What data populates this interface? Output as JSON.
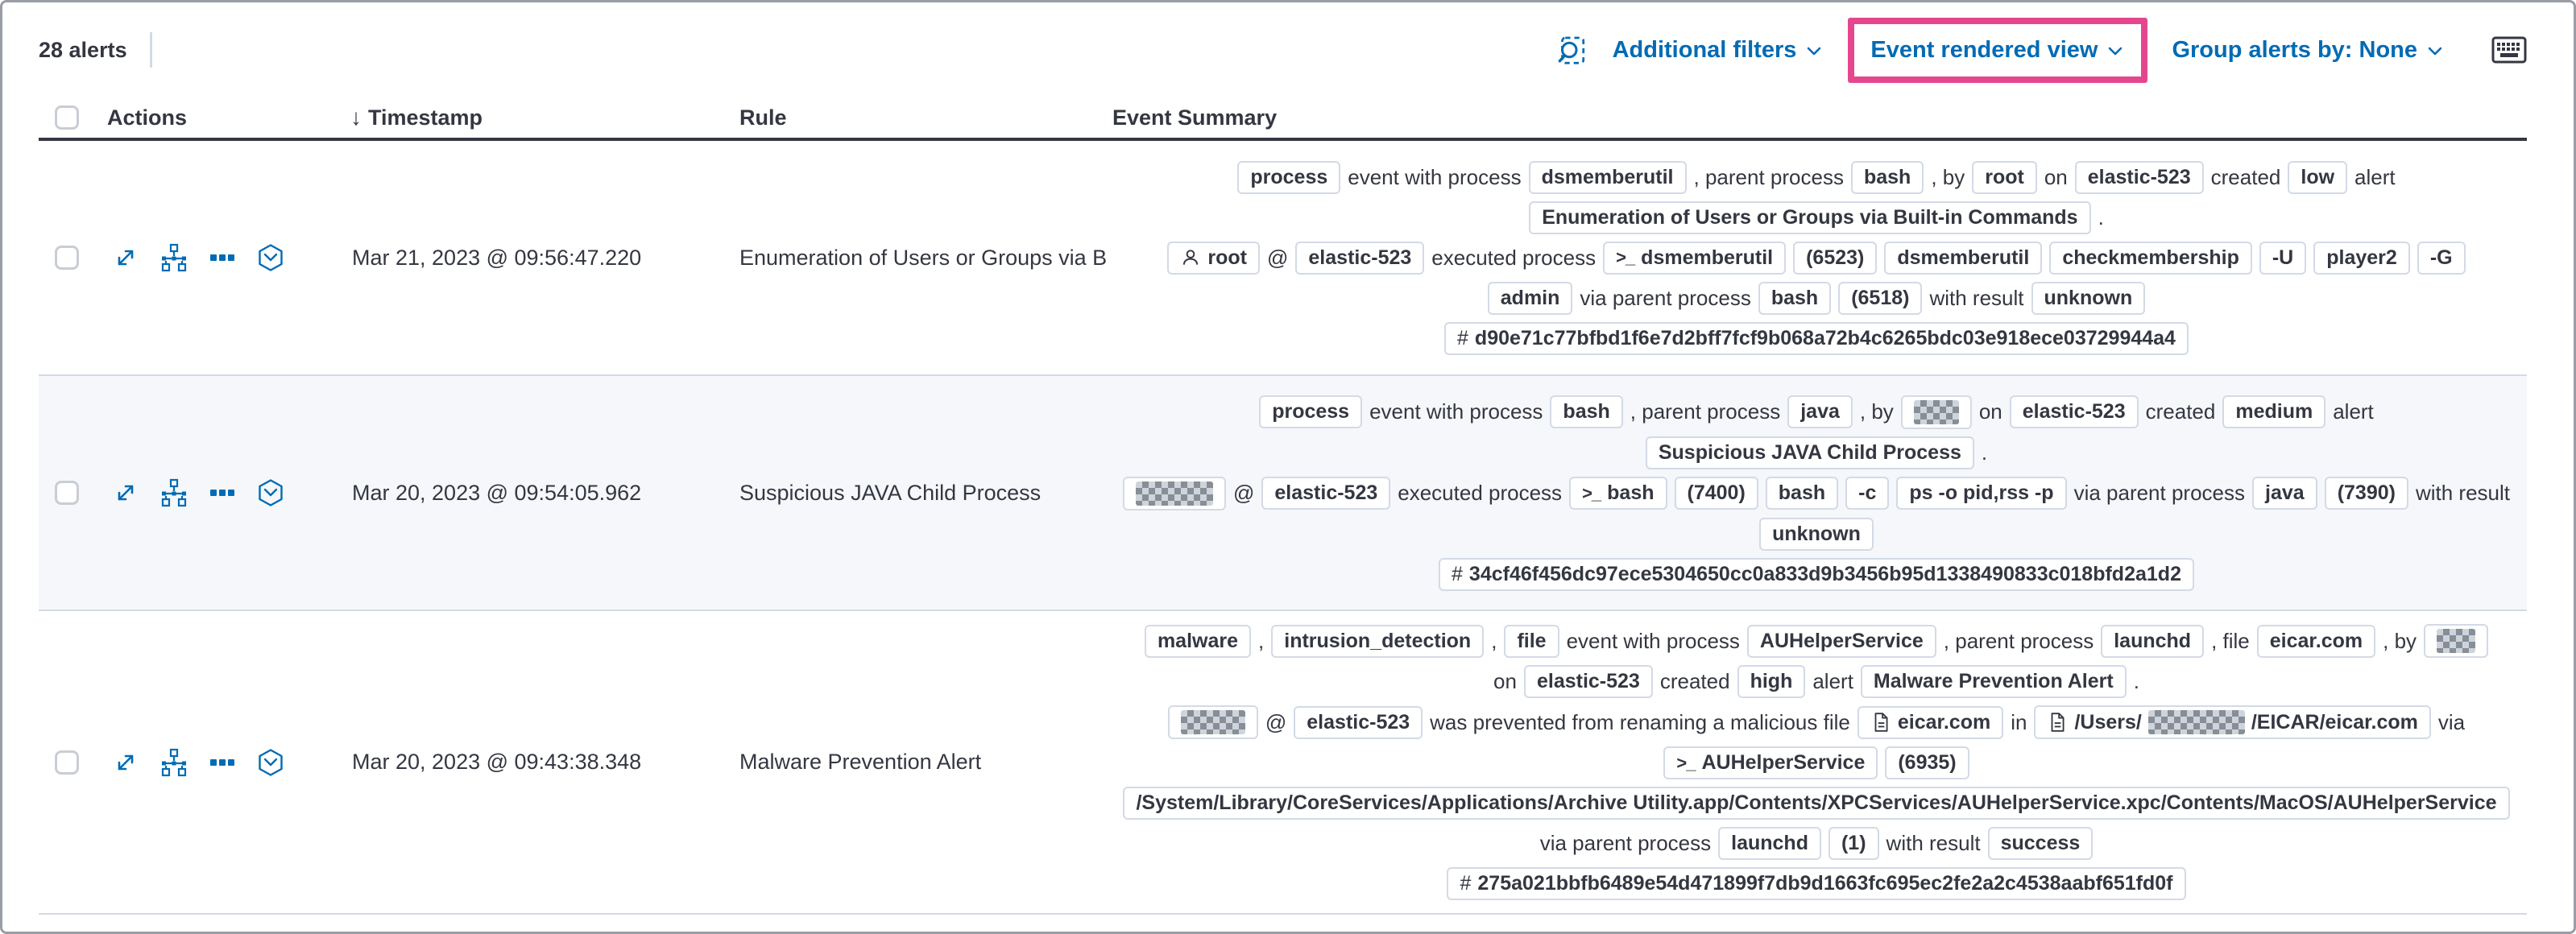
{
  "toolbar": {
    "alerts_count": "28 alerts",
    "additional_filters": "Additional filters",
    "event_rendered_view": "Event rendered view",
    "group_alerts_by": "Group alerts by: None"
  },
  "columns": {
    "actions": "Actions",
    "timestamp": "Timestamp",
    "rule": "Rule",
    "summary": "Event Summary"
  },
  "colors": {
    "accent_blue": "#006bb4",
    "highlight_pink": "#e5478f",
    "text": "#343741",
    "border": "#d3dae6",
    "stripe_background": "#f5f7fa"
  },
  "action_buttons": [
    "expand-alert",
    "analyze-event",
    "more-actions",
    "session-view"
  ],
  "rows": [
    {
      "timestamp": "Mar 21, 2023 @ 09:56:47.220",
      "rule": "Enumeration of Users or Groups via Bui",
      "stripe": false,
      "lines": [
        [
          {
            "b": [
              "process"
            ]
          },
          {
            "t": "event with process"
          },
          {
            "b": [
              "dsmemberutil"
            ]
          },
          {
            "t": ", parent process"
          },
          {
            "b": [
              "bash"
            ]
          },
          {
            "t": ", by"
          },
          {
            "b": [
              "root"
            ]
          },
          {
            "t": "on"
          },
          {
            "b": [
              "elastic-523"
            ]
          },
          {
            "t": "created"
          },
          {
            "b": [
              "low"
            ]
          },
          {
            "t": "alert"
          }
        ],
        [
          {
            "b": [
              "Enumeration of Users or Groups via Built-in Commands"
            ]
          },
          {
            "t": "."
          }
        ],
        [
          {
            "b": [
              {
                "i": "user"
              },
              "root"
            ]
          },
          {
            "t": "@"
          },
          {
            "b": [
              "elastic-523"
            ]
          },
          {
            "t": "executed process"
          },
          {
            "b": [
              {
                "i": "terminal"
              },
              "dsmemberutil"
            ]
          },
          {
            "b": [
              "(6523)"
            ]
          },
          {
            "b": [
              "dsmemberutil"
            ]
          },
          {
            "b": [
              "checkmembership"
            ]
          },
          {
            "b": [
              "-U"
            ]
          },
          {
            "b": [
              "player2"
            ]
          },
          {
            "b": [
              "-G"
            ]
          }
        ],
        [
          {
            "b": [
              "admin"
            ]
          },
          {
            "t": "via parent process"
          },
          {
            "b": [
              "bash"
            ]
          },
          {
            "b": [
              "(6518)"
            ]
          },
          {
            "t": "with result"
          },
          {
            "b": [
              "unknown"
            ]
          }
        ],
        [
          {
            "b": [
              {
                "i": "hash"
              },
              "d90e71c77bfbd1f6e7d2bff7fcf9b068a72b4c6265bdc03e918ece03729944a4"
            ]
          }
        ]
      ]
    },
    {
      "timestamp": "Mar 20, 2023 @ 09:54:05.962",
      "rule": "Suspicious JAVA Child Process",
      "stripe": true,
      "lines": [
        [
          {
            "b": [
              "process"
            ]
          },
          {
            "t": "event with process"
          },
          {
            "b": [
              "bash"
            ]
          },
          {
            "t": ", parent process"
          },
          {
            "b": [
              "java"
            ]
          },
          {
            "t": ", by"
          },
          {
            "b": [
              {
                "r": 56
              }
            ]
          },
          {
            "t": "on"
          },
          {
            "b": [
              "elastic-523"
            ]
          },
          {
            "t": "created"
          },
          {
            "b": [
              "medium"
            ]
          },
          {
            "t": "alert"
          }
        ],
        [
          {
            "b": [
              "Suspicious JAVA Child Process"
            ]
          },
          {
            "t": "."
          }
        ],
        [
          {
            "b": [
              {
                "r": 96
              }
            ]
          },
          {
            "t": "@"
          },
          {
            "b": [
              "elastic-523"
            ]
          },
          {
            "t": "executed process"
          },
          {
            "b": [
              {
                "i": "terminal"
              },
              "bash"
            ]
          },
          {
            "b": [
              "(7400)"
            ]
          },
          {
            "b": [
              "bash"
            ]
          },
          {
            "b": [
              "-c"
            ]
          },
          {
            "b": [
              "ps -o pid,rss -p"
            ]
          },
          {
            "t": "via parent process"
          },
          {
            "b": [
              "java"
            ]
          },
          {
            "b": [
              "(7390)"
            ]
          },
          {
            "t": "with result"
          }
        ],
        [
          {
            "b": [
              "unknown"
            ]
          }
        ],
        [
          {
            "b": [
              {
                "i": "hash"
              },
              "34cf46f456dc97ece5304650cc0a833d9b3456b95d1338490833c018bfd2a1d2"
            ]
          }
        ]
      ]
    },
    {
      "timestamp": "Mar 20, 2023 @ 09:43:38.348",
      "rule": "Malware Prevention Alert",
      "stripe": false,
      "lines": [
        [
          {
            "b": [
              "malware"
            ]
          },
          {
            "t": ","
          },
          {
            "b": [
              "intrusion_detection"
            ]
          },
          {
            "t": ","
          },
          {
            "b": [
              "file"
            ]
          },
          {
            "t": "event with process"
          },
          {
            "b": [
              "AUHelperService"
            ]
          },
          {
            "t": ", parent process"
          },
          {
            "b": [
              "launchd"
            ]
          },
          {
            "t": ", file"
          },
          {
            "b": [
              "eicar.com"
            ]
          },
          {
            "t": ", by"
          },
          {
            "b": [
              {
                "r": 48
              }
            ]
          }
        ],
        [
          {
            "t": "on"
          },
          {
            "b": [
              "elastic-523"
            ]
          },
          {
            "t": "created"
          },
          {
            "b": [
              "high"
            ]
          },
          {
            "t": "alert"
          },
          {
            "b": [
              "Malware Prevention Alert"
            ]
          },
          {
            "t": "."
          }
        ],
        [
          {
            "b": [
              {
                "r": 80
              }
            ]
          },
          {
            "t": "@"
          },
          {
            "b": [
              "elastic-523"
            ]
          },
          {
            "t": "was prevented from renaming a malicious file"
          },
          {
            "b": [
              {
                "i": "file"
              },
              "eicar.com"
            ]
          },
          {
            "t": "in"
          },
          {
            "b": [
              {
                "i": "file"
              },
              "/Users/",
              {
                "r": 120
              },
              "/EICAR/eicar.com"
            ]
          },
          {
            "t": "via"
          }
        ],
        [
          {
            "b": [
              {
                "i": "terminal"
              },
              "AUHelperService"
            ]
          },
          {
            "b": [
              "(6935)"
            ]
          }
        ],
        [
          {
            "b": [
              "/System/Library/CoreServices/Applications/Archive Utility.app/Contents/XPCServices/AUHelperService.xpc/Contents/MacOS/AUHelperService"
            ]
          }
        ],
        [
          {
            "t": "via parent process"
          },
          {
            "b": [
              "launchd"
            ]
          },
          {
            "b": [
              "(1)"
            ]
          },
          {
            "t": "with result"
          },
          {
            "b": [
              "success"
            ]
          }
        ],
        [
          {
            "b": [
              {
                "i": "hash"
              },
              "275a021bbfb6489e54d471899f7db9d1663fc695ec2fe2a2c4538aabf651fd0f"
            ]
          }
        ]
      ]
    }
  ]
}
